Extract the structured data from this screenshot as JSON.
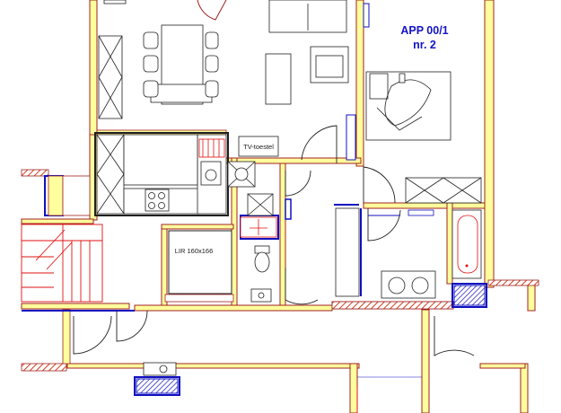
{
  "apartment": {
    "code": "APP 00/1",
    "number": "nr. 2"
  },
  "labels": {
    "tv": "TV-toestel",
    "storage": "LIR 160x166"
  },
  "colors": {
    "wall_fill": "#ffff9e",
    "wall_outline": "#a02020",
    "structure": "#1010c0",
    "furniture": "#202020",
    "hatch_red": "#d04020",
    "title_text": "#1515c8",
    "accent_red": "#e01010"
  }
}
